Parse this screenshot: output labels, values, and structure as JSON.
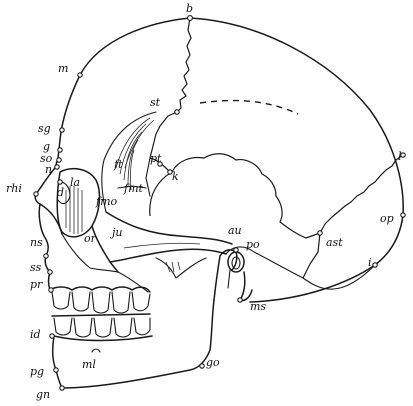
{
  "labels": {
    "b": "b",
    "m": "m",
    "sg": "sg",
    "g": "g",
    "so": "so",
    "n": "n",
    "rhi": "rhi",
    "la": "la",
    "d": "d",
    "or": "or",
    "fmo": "fmo",
    "ns": "ns",
    "ss": "ss",
    "pr": "pr",
    "id": "id",
    "pg": "pg",
    "gn": "gn",
    "ml": "ml",
    "go": "go",
    "ms": "ms",
    "au": "au",
    "po": "po",
    "ast": "ast",
    "op": "op",
    "i": "i",
    "l": "l",
    "st": "st",
    "pt": "pt",
    "k": "k",
    "ft": "ft",
    "fmt": "fmt",
    "ju": "ju"
  }
}
